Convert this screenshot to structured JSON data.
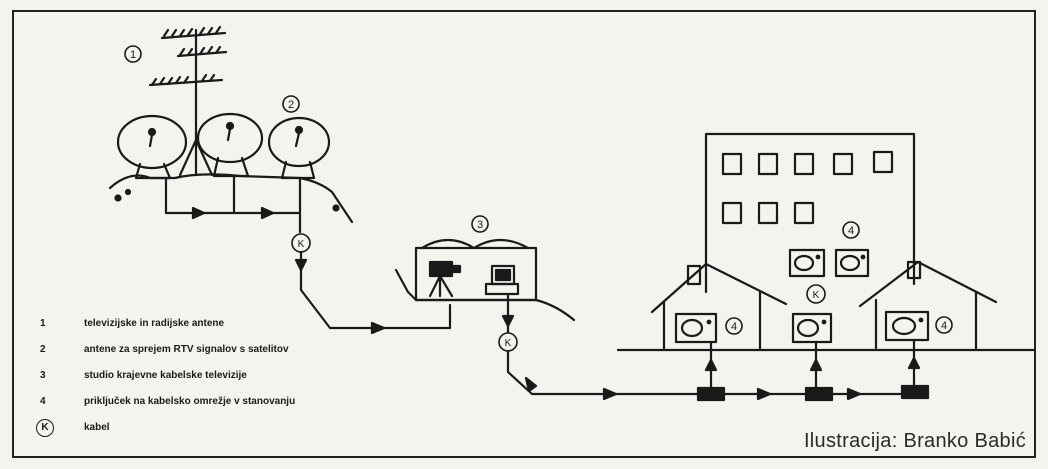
{
  "diagram": {
    "labels": {
      "antenna": "1",
      "dishes": "2",
      "studio": "3",
      "outlet": "4",
      "cable": "K"
    },
    "legend": [
      {
        "num": "1",
        "text": "televizijske in radijske antene"
      },
      {
        "num": "2",
        "text": "antene za sprejem RTV signalov s satelitov"
      },
      {
        "num": "3",
        "text": "studio krajevne kabelske televizije"
      },
      {
        "num": "4",
        "text": "priključek na kabelsko omrežje v stanovanju"
      },
      {
        "num": "K",
        "text": "kabel"
      }
    ],
    "credit": "Ilustracija: Branko Babić"
  }
}
